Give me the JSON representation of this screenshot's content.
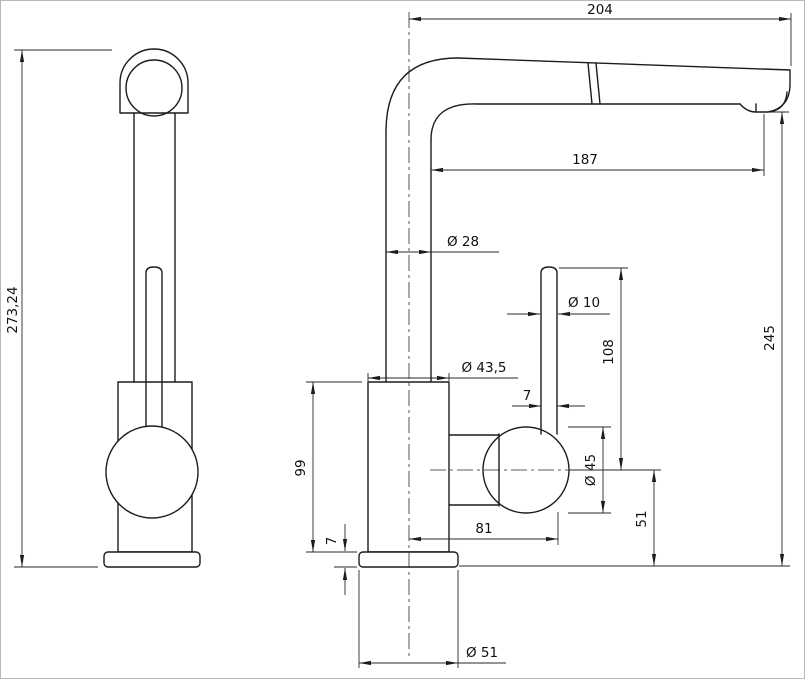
{
  "dims": {
    "overall_height": "273,24",
    "spout_top_reach": "204",
    "spout_reach": "187",
    "tube_dia": "Ø 28",
    "rod_dia": "Ø 10",
    "body_dia": "Ø 43,5",
    "rod_offset": "7",
    "handle_height": "108",
    "outlet_height": "245",
    "body_height": "99",
    "base_height": "7",
    "handle_reach": "81",
    "handle_dia": "Ø 45",
    "handle_axis_height": "51",
    "base_dia": "Ø 51"
  }
}
